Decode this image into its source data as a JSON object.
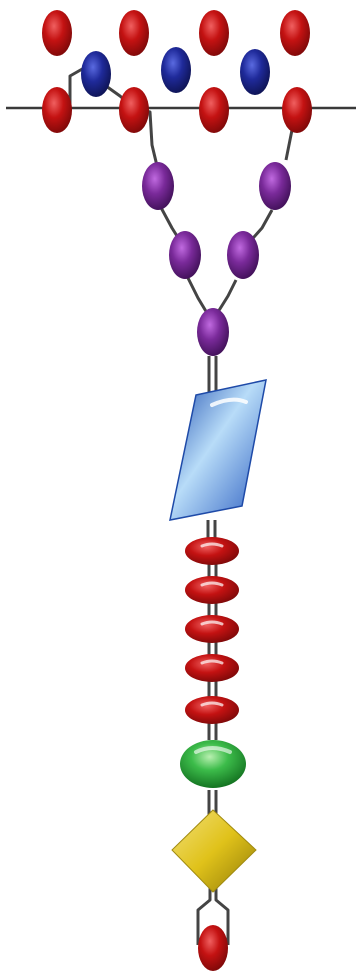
{
  "figure": {
    "title": "",
    "labels": []
  },
  "colors": {
    "background": "#ffffff",
    "membrane_line": "#3a3a3a",
    "stem_line": "#444444",
    "red_oval": "#c41212",
    "blue_oval": "#1f2a9a",
    "purple_oval": "#7a2a9a",
    "blue_parallelogram": "#6aa0e8",
    "green_oval": "#2aa23a",
    "yellow_diamond": "#e0c21a"
  },
  "components": {
    "top_red_ovals": 8,
    "top_blue_ovals": 3,
    "purple_ovals": 5,
    "stacked_red_discs": 5,
    "green_ovals": 1,
    "yellow_diamonds": 1,
    "bottom_red_ovals": 1
  }
}
